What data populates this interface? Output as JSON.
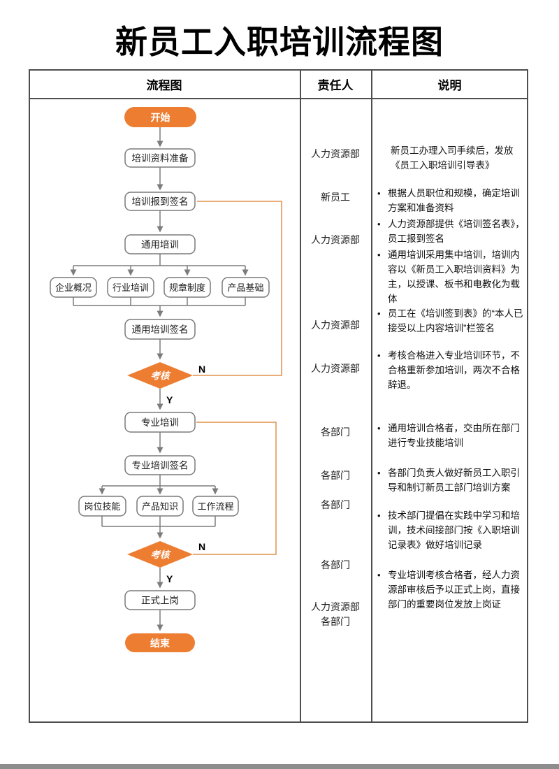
{
  "page": {
    "title": "新员工入职培训流程图"
  },
  "table": {
    "headers": {
      "flow": "流程图",
      "owner": "责任人",
      "note": "说明"
    }
  },
  "flowchart": {
    "start_label": "开始",
    "end_label": "结束",
    "nodes": {
      "prep": "培训资料准备",
      "checkin": "培训报到签名",
      "general": "通用培训",
      "general_topics": [
        "企业概况",
        "行业培训",
        "规章制度",
        "产品基础"
      ],
      "general_sign": "通用培训签名",
      "exam1": "考核",
      "special": "专业培训",
      "special_sign": "专业培训签名",
      "special_topics": [
        "岗位技能",
        "产品知识",
        "工作流程"
      ],
      "exam2": "考核",
      "onboard": "正式上岗"
    },
    "branch_labels": {
      "no": "N",
      "yes": "Y"
    }
  },
  "owners": {
    "items": [
      {
        "label": "人力资源部"
      },
      {
        "label": "新员工"
      },
      {
        "label": "人力资源部"
      },
      {
        "label": "人力资源部"
      },
      {
        "label": "人力资源部"
      },
      {
        "label": "各部门"
      },
      {
        "label": "各部门"
      },
      {
        "label": "各部门"
      },
      {
        "label": "各部门"
      },
      {
        "label": "人力资源部",
        "label2": "各部门"
      }
    ]
  },
  "notes": {
    "bullet": "•",
    "items": [
      {
        "text": "新员工办理入司手续后，发放《员工入职培训引导表》"
      },
      {
        "text": "根据人员职位和规模，确定培训方案和准备资料"
      },
      {
        "text": "人力资源部提供《培训签名表》，员工报到签名"
      },
      {
        "text": "通用培训采用集中培训，培训内容以《新员工入职培训资料》为主，以授课、板书和电教化为载体"
      },
      {
        "text": "员工在《培训签到表》的“本人已接受以上内容培训”栏签名"
      },
      {
        "text": "考核合格进入专业培训环节，不合格重新参加培训，两次不合格辞退。"
      },
      {
        "text": "通用培训合格者，交由所在部门进行专业技能培训"
      },
      {
        "text": "各部门负责人做好新员工入职引导和制订新员工部门培训方案"
      },
      {
        "text": "技术部门提倡在实践中学习和培训，技术间接部门按《入职培训记录表》做好培训记录"
      },
      {
        "text": "专业培训考核合格者，经人力资源部审核后予以正式上岗，直接部门的重要岗位发放上岗证"
      }
    ]
  },
  "colors": {
    "accent_orange": "#ED7D31",
    "loop_orange": "#E0914C",
    "line_gray": "#7C7C7C",
    "border_gray": "#4E4E4E"
  }
}
